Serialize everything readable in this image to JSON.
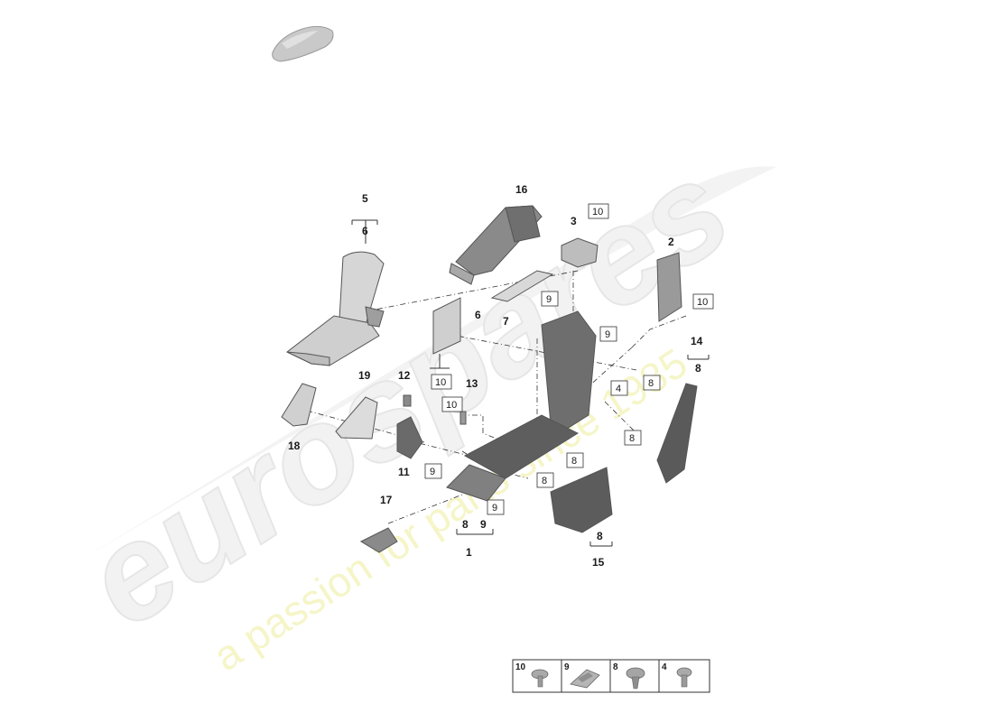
{
  "watermark": {
    "brand": "eurospares",
    "tagline": "a passion for parts since 1985"
  },
  "callouts": {
    "c1": "1",
    "c2": "2",
    "c3": "3",
    "c5": "5",
    "c6a": "6",
    "c6b": "6",
    "c7": "7",
    "c11": "11",
    "c12": "12",
    "c13": "13",
    "c14": "14",
    "c15": "15",
    "c16": "16",
    "c17": "17",
    "c18": "18",
    "c19": "19",
    "c8a": "8",
    "c8b": "8",
    "c8c": "8",
    "c9a": "9"
  },
  "boxed_callouts": {
    "b10a": "10",
    "b10b": "10",
    "b10c": "10",
    "b10d": "10",
    "b9a": "9",
    "b9b": "9",
    "b9c": "9",
    "b9d": "9",
    "b4": "4",
    "b8a": "8",
    "b8b": "8",
    "b8c": "8",
    "b8d": "8"
  },
  "legend": [
    {
      "num": "10",
      "icon": "bolt-icon"
    },
    {
      "num": "9",
      "icon": "clip-icon"
    },
    {
      "num": "8",
      "icon": "rivet-icon"
    },
    {
      "num": "4",
      "icon": "screw-icon"
    }
  ]
}
